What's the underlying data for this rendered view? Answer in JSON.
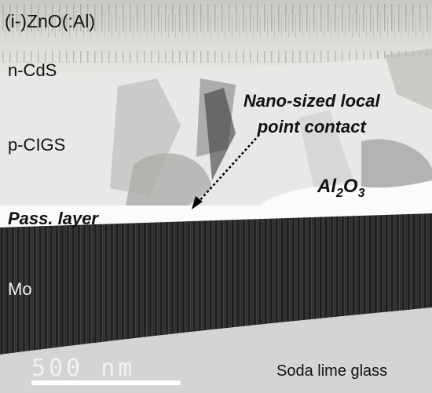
{
  "labels": {
    "zno": "(i-)ZnO(:Al)",
    "cds": "n-CdS",
    "cigs": "p-CIGS",
    "pass_layer": "Pass. layer",
    "mo": "Mo",
    "nano_line1": "Nano-sized local",
    "nano_line2": "point contact",
    "al": "Al",
    "al_sub1": "2",
    "o": "O",
    "al_sub2": "3",
    "glass": "Soda lime glass",
    "scale": "500 nm"
  },
  "colors": {
    "zno_band": "#d8d8d4",
    "cigs_band": "#e9e9e7",
    "pass_band": "#fbfbfb",
    "mo_band": "#2a2a2a",
    "glass_band": "#d4d4d2",
    "scale_bar": "#ffffff"
  }
}
